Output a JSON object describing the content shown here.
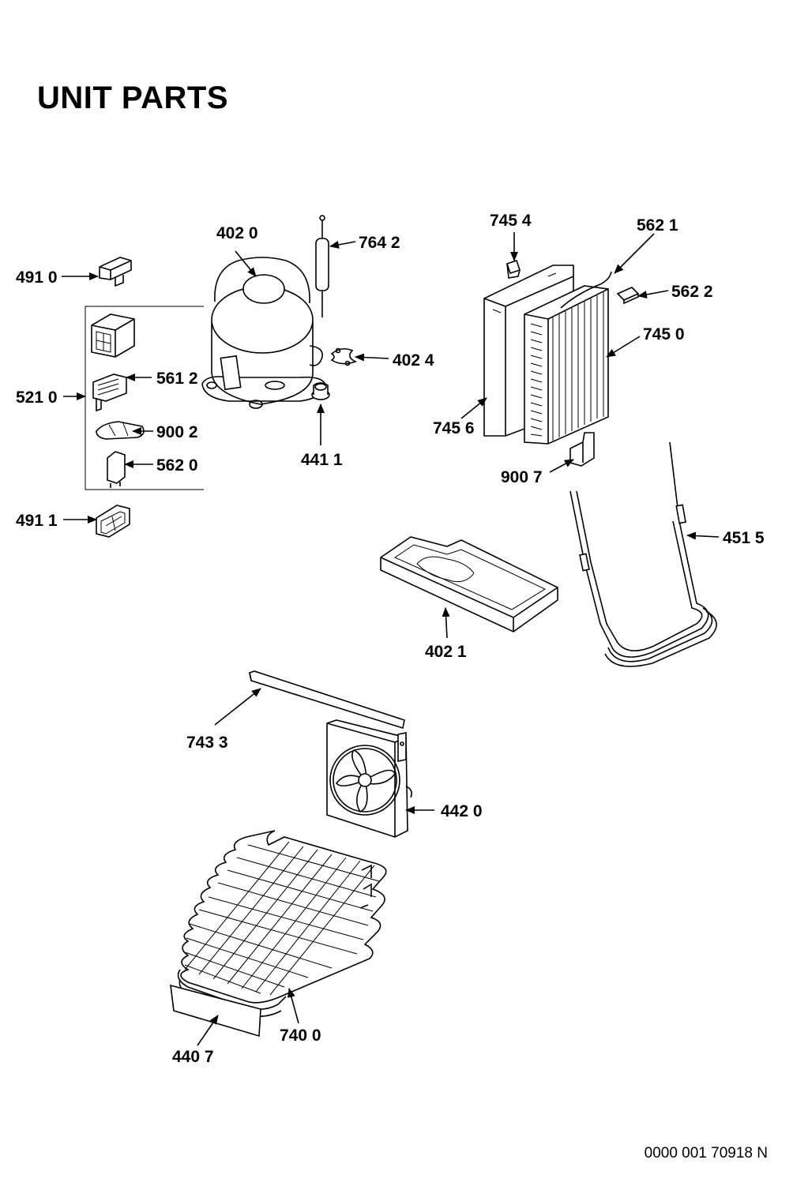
{
  "header": {
    "title": "UNIT PARTS"
  },
  "footer": {
    "document_code": "0000 001 70918 N"
  },
  "callouts": [
    {
      "id": "491-0",
      "label": "491 0"
    },
    {
      "id": "402-0",
      "label": "402 0"
    },
    {
      "id": "764-2",
      "label": "764 2"
    },
    {
      "id": "745-4",
      "label": "745 4"
    },
    {
      "id": "562-1",
      "label": "562 1"
    },
    {
      "id": "562-2",
      "label": "562 2"
    },
    {
      "id": "745-0",
      "label": "745 0"
    },
    {
      "id": "402-4",
      "label": "402 4"
    },
    {
      "id": "561-2",
      "label": "561 2"
    },
    {
      "id": "521-0",
      "label": "521 0"
    },
    {
      "id": "900-2",
      "label": "900 2"
    },
    {
      "id": "745-6",
      "label": "745 6"
    },
    {
      "id": "562-0",
      "label": "562 0"
    },
    {
      "id": "441-1",
      "label": "441 1"
    },
    {
      "id": "900-7",
      "label": "900 7"
    },
    {
      "id": "491-1",
      "label": "491 1"
    },
    {
      "id": "451-5",
      "label": "451 5"
    },
    {
      "id": "402-1",
      "label": "402 1"
    },
    {
      "id": "743-3",
      "label": "743 3"
    },
    {
      "id": "442-0",
      "label": "442 0"
    },
    {
      "id": "740-0",
      "label": "740 0"
    },
    {
      "id": "440-7",
      "label": "440 7"
    }
  ]
}
